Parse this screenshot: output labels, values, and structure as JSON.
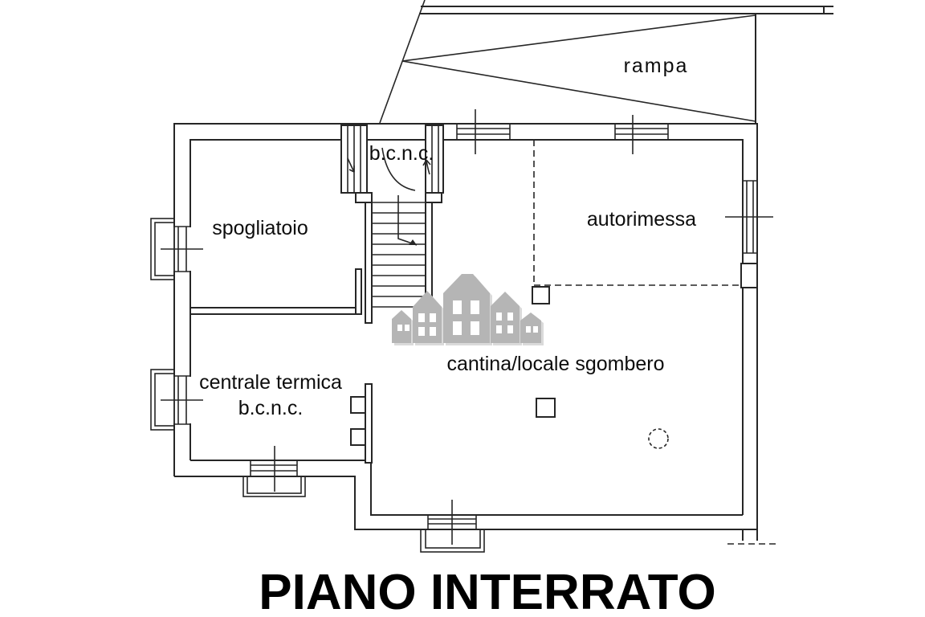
{
  "drawing": {
    "type": "floor-plan",
    "title": "PIANO INTERRATO",
    "rooms": {
      "rampa": {
        "label": "rampa"
      },
      "bcnc": {
        "label": "b.c.n.c."
      },
      "spogliatoio": {
        "label": "spogliatoio"
      },
      "autorimessa": {
        "label": "autorimessa"
      },
      "centrale_termica": {
        "label": "centrale termica",
        "sublabel": "b.c.n.c."
      },
      "cantina": {
        "label": "cantina/locale sgombero"
      }
    },
    "watermark": {
      "icon": "houses-skyline-watermark-icon",
      "color": "#b5b5b5",
      "shadow_color": "#dadada"
    },
    "colors": {
      "line": "#262626",
      "text": "#0d0d0d",
      "title": "#000000",
      "background": "#ffffff"
    }
  }
}
